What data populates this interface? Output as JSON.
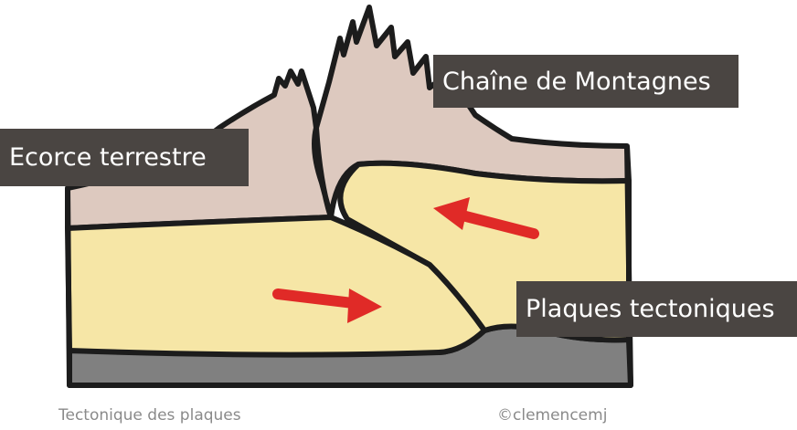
{
  "labels": {
    "mountains": "Chaîne de Montagnes",
    "crust": "Ecorce terrestre",
    "plates": "Plaques tectoniques"
  },
  "caption": {
    "title": "Tectonique des plaques",
    "credit": "©clemencemj"
  },
  "colors": {
    "crust": "#ddc9bf",
    "plate": "#f6e6a6",
    "mantle": "#808080",
    "outline": "#1c1c1c",
    "arrow": "#e02a27",
    "label_bg": "#4a4542"
  },
  "arrows": {
    "upper_plate": "left",
    "lower_plate": "right"
  }
}
